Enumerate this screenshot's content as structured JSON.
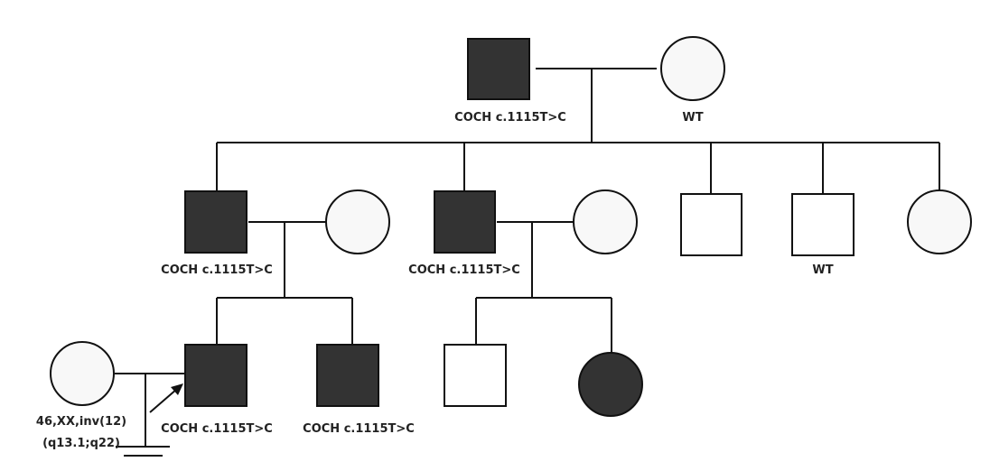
{
  "pedigree": {
    "generation_1": {
      "father": {
        "sex": "male",
        "affected": true,
        "label": "COCH c.1115T>C"
      },
      "mother": {
        "sex": "female",
        "affected": false,
        "label": "WT"
      }
    },
    "generation_2": [
      {
        "sex": "male",
        "affected": true,
        "label": "COCH c.1115T>C",
        "spouse": {
          "sex": "female",
          "affected": false
        }
      },
      {
        "sex": "male",
        "affected": true,
        "label": "COCH c.1115T>C",
        "spouse": {
          "sex": "female",
          "affected": false
        }
      },
      {
        "sex": "male",
        "affected": false,
        "label": ""
      },
      {
        "sex": "male",
        "affected": false,
        "label": "WT"
      },
      {
        "sex": "female",
        "affected": false,
        "label": ""
      }
    ],
    "generation_3": {
      "proband": {
        "sex": "male",
        "affected": true,
        "label": "COCH c.1115T>C",
        "spouse": {
          "sex": "female",
          "affected": false,
          "label_line1": "46,XX,inv(12)",
          "label_line2": "(q13.1;q22)"
        },
        "offspring": "none"
      },
      "proband_brother": {
        "sex": "male",
        "affected": true,
        "label": "COCH c.1115T>C"
      },
      "cousin_1": {
        "sex": "male",
        "affected": false
      },
      "cousin_2": {
        "sex": "female",
        "affected": true
      }
    },
    "colors": {
      "affected": "#333333",
      "unaffected": "#ffffff"
    }
  }
}
